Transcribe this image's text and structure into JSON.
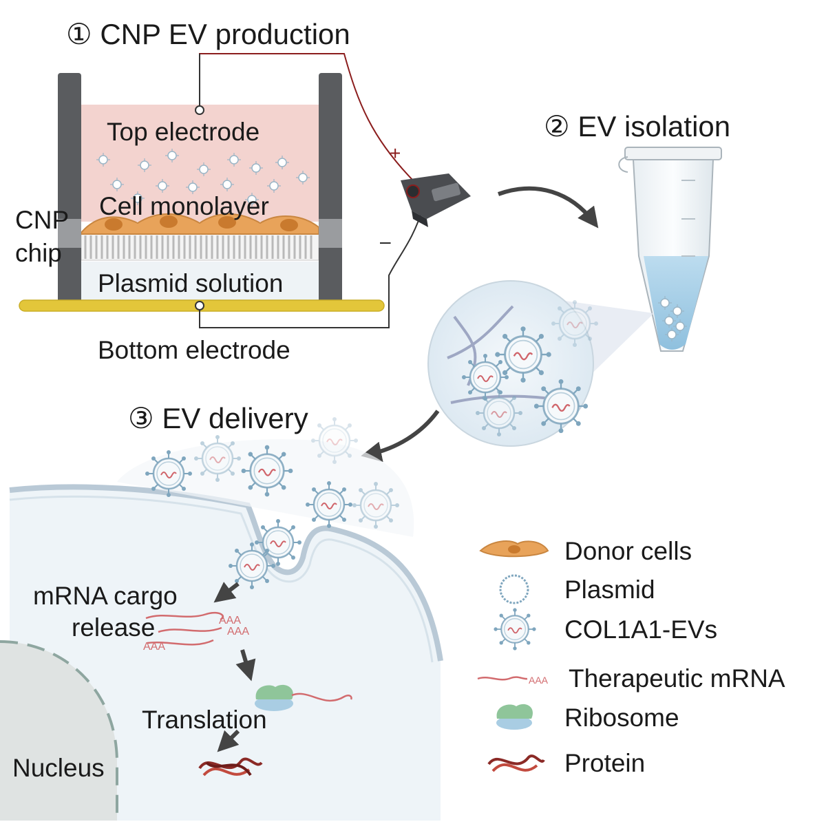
{
  "steps": {
    "production": "① CNP EV production",
    "isolation": "② EV  isolation",
    "delivery": "③ EV delivery"
  },
  "chip_labels": {
    "top_electrode": "Top electrode",
    "cell_monolayer": "Cell monolayer",
    "plasmid_solution": "Plasmid solution",
    "bottom_electrode": "Bottom electrode",
    "cnp_chip_line1": "CNP",
    "cnp_chip_line2": "chip",
    "plus": "+",
    "minus": "–"
  },
  "cell_labels": {
    "cargo_line1": "mRNA cargo",
    "cargo_line2": "release",
    "translation": "Translation",
    "nucleus": "Nucleus",
    "poly_a_1": "AAA",
    "poly_a_2": "AAA",
    "poly_a_3": "AAA"
  },
  "legend": {
    "items": [
      {
        "label": "Donor cells",
        "icon": "donor-cell-icon"
      },
      {
        "label": "Plasmid",
        "icon": "plasmid-icon"
      },
      {
        "label": "COL1A1-EVs",
        "icon": "ev-icon"
      },
      {
        "label": "Therapeutic mRNA",
        "icon": "mrna-icon"
      },
      {
        "label": "Ribosome",
        "icon": "ribosome-icon"
      },
      {
        "label": "Protein",
        "icon": "protein-icon"
      }
    ],
    "mrna_tail": "AAA"
  },
  "colors": {
    "chip_top": "#f3d3cf",
    "chip_frame": "#5a5c5f",
    "electrode": "#e3c63a",
    "cell": "#e8a35a",
    "ev_outline": "#7fa6be",
    "mrna": "#c2474a",
    "wire": "#8b1d1d",
    "tube_liquid": "#a8cfe6",
    "ribosome_top": "#8fc59a",
    "ribosome_bottom": "#a9cde3",
    "protein": "#8b2a26"
  }
}
